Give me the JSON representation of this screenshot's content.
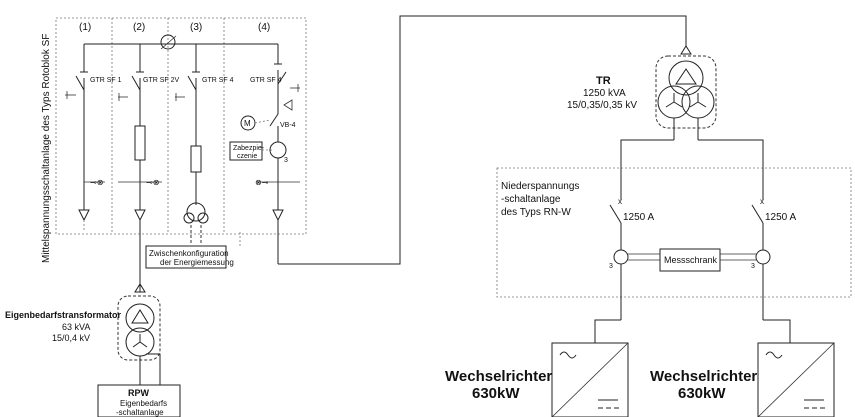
{
  "mv_switchgear": {
    "title": "Mittelspannungsschaltanlage des Typs Rotoblok SF",
    "fields": [
      {
        "num": "(1)",
        "label": "GTR SF 1"
      },
      {
        "num": "(2)",
        "label": "GTR SF 2V"
      },
      {
        "num": "(3)",
        "label": "GTR SF 4"
      },
      {
        "num": "(4)",
        "label": "GTR SF 4"
      }
    ],
    "vb_label": "VB-4",
    "motor_label": "M",
    "counter_label_1": "Zabezpie-",
    "counter_label_2": "czenie",
    "ct_ratio": "3"
  },
  "config_box": {
    "line1": "Zwischenkonfiguration",
    "line2": "der Energiemessung"
  },
  "aux_transformer": {
    "title": "Eigenbedarfstransformator",
    "power": "63 kVA",
    "voltage": "15/0,4 kV"
  },
  "rpw": {
    "title": "RPW",
    "line1": "Eigenbedarfs",
    "line2": "-schaltanlage"
  },
  "main_transformer": {
    "title": "TR",
    "power": "1250 kVA",
    "voltage": "15/0,35/0,35 kV"
  },
  "lv_switchgear": {
    "line1": "Niederspannungs",
    "line2": "-schaltanlage",
    "line3": "des Typs RN-W",
    "breaker_left": "1250 A",
    "breaker_right": "1250 A",
    "meter_cabinet": "Messschrank",
    "ct_ratio": "3"
  },
  "inverters": [
    {
      "line1": "Wechselrichter",
      "line2": "630kW"
    },
    {
      "line1": "Wechselrichter",
      "line2": "630kW"
    }
  ]
}
